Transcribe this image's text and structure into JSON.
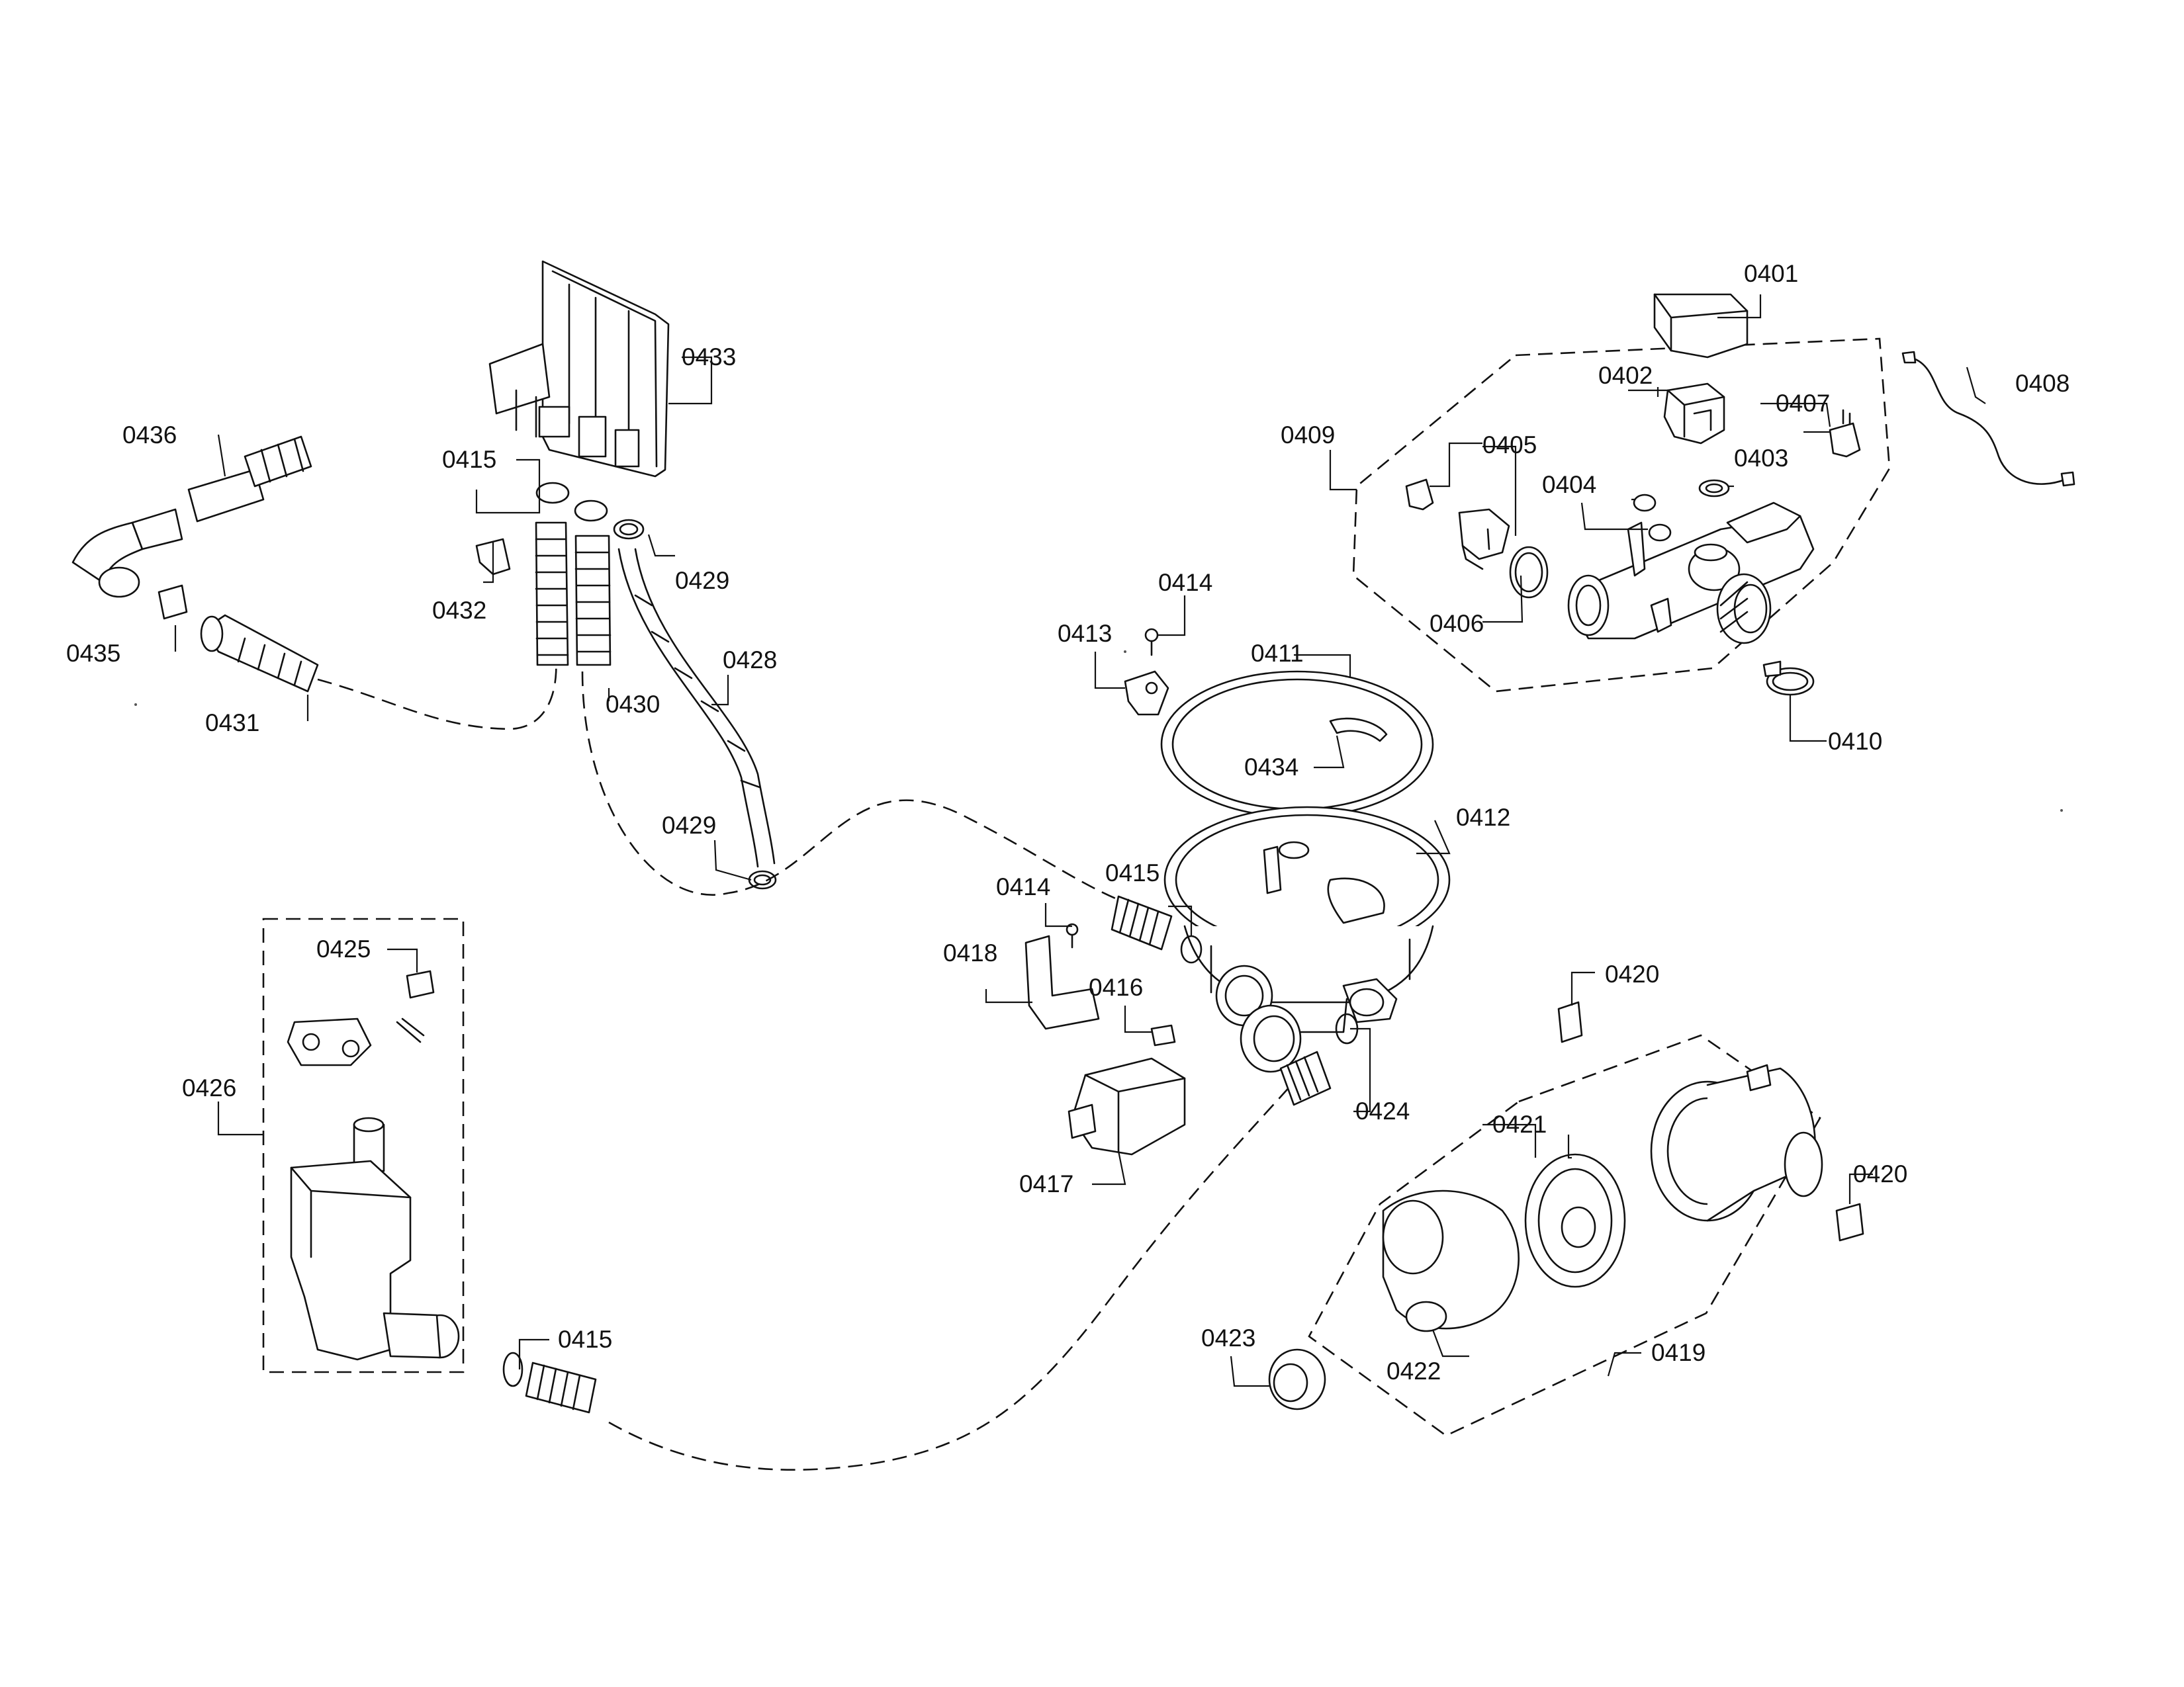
{
  "diagram": {
    "labels": {
      "p0401": "0401",
      "p0402": "0402",
      "p0403": "0403",
      "p0404": "0404",
      "p0405": "0405",
      "p0406": "0406",
      "p0407": "0407",
      "p0408": "0408",
      "p0409": "0409",
      "p0410": "0410",
      "p0411": "0411",
      "p0412": "0412",
      "p0413": "0413",
      "p0414": "0414",
      "p0415": "0415",
      "p0416": "0416",
      "p0417": "0417",
      "p0418": "0418",
      "p0419": "0419",
      "p0420": "0420",
      "p0421": "0421",
      "p0422": "0422",
      "p0423": "0423",
      "p0424": "0424",
      "p0425": "0425",
      "p0426": "0426",
      "p0428": "0428",
      "p0429": "0429",
      "p0430": "0430",
      "p0431": "0431",
      "p0432": "0432",
      "p0433": "0433",
      "p0434": "0434",
      "p0435": "0435",
      "p0436": "0436"
    }
  }
}
